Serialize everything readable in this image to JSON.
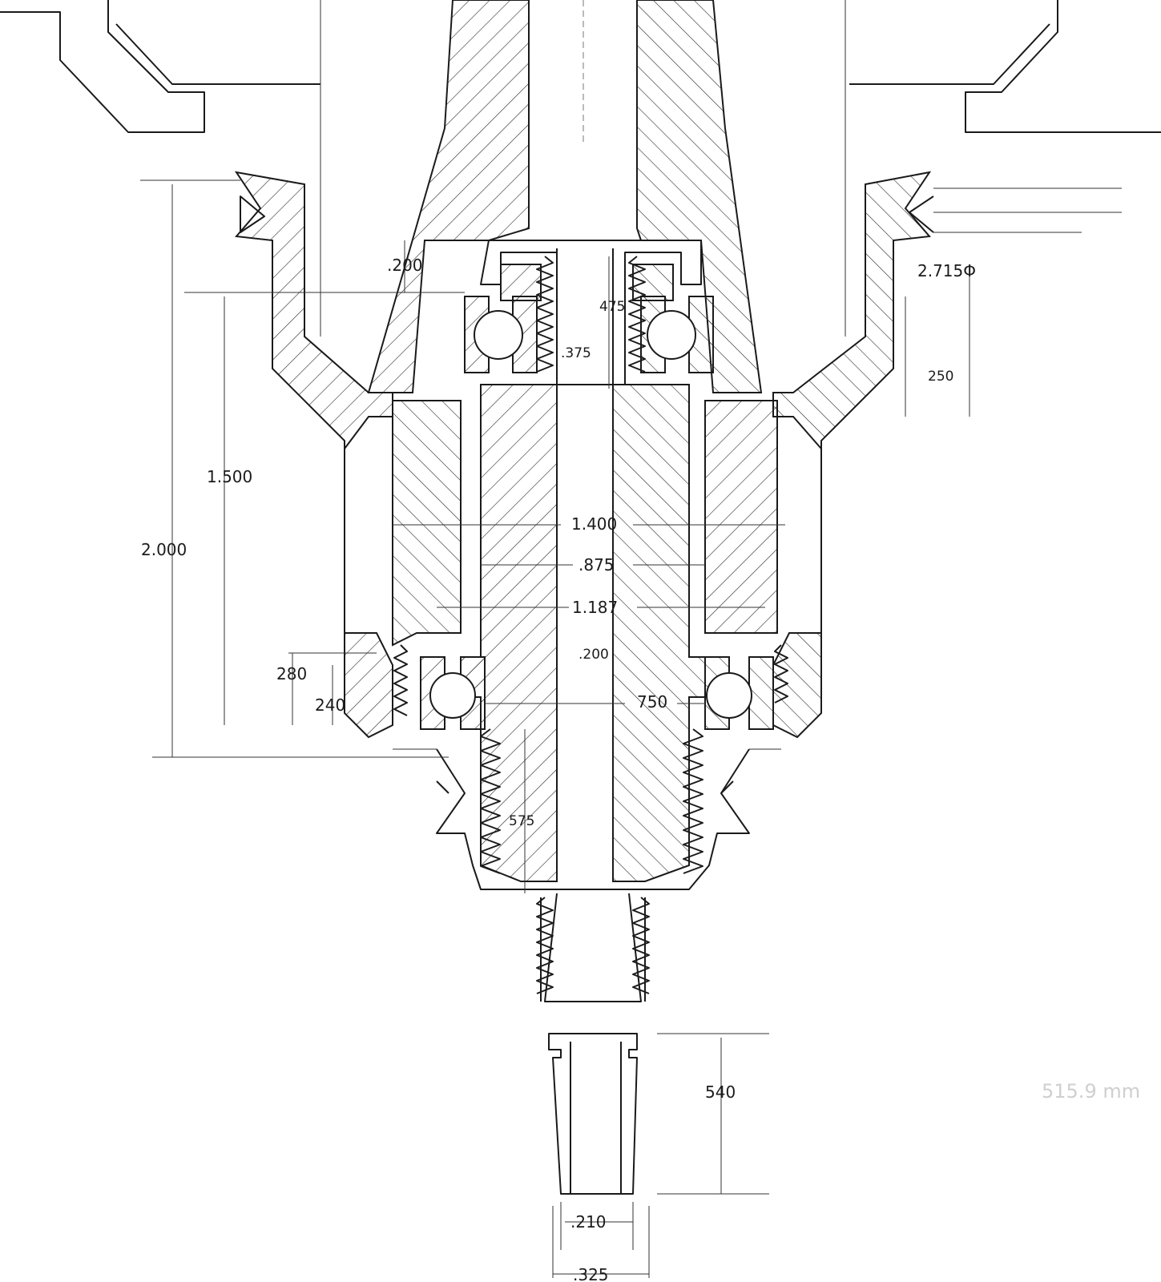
{
  "drawing": {
    "dimensions": {
      "d_200_top": ".200",
      "d_475": "475",
      "d_375": ".375",
      "d_2715": "2.715Φ",
      "d_250": "250",
      "d_1500": "1.500",
      "d_2000": "2.000",
      "d_1400": "1.400",
      "d_875": ".875",
      "d_1187": "1.187",
      "d_200_mid": ".200",
      "d_280": "280",
      "d_240": "240",
      "d_750": "750",
      "d_575": "575",
      "d_540": "540",
      "d_210": ".210",
      "d_325": ".325"
    },
    "pencil_note": "515.9 mm"
  }
}
